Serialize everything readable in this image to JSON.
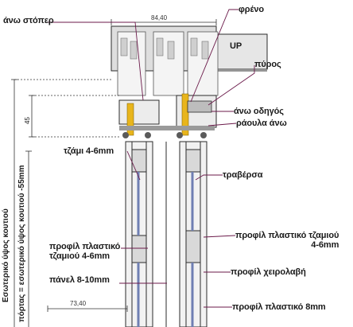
{
  "labels": {
    "top_stopper": "άνω στόπερ",
    "brake": "φρένο",
    "up": "UP",
    "pin": "πύρος",
    "top_guide": "άνω οδηγός",
    "top_rail": "ράουλα άνω",
    "glass": "τζάμι 4-6mm",
    "crossbar": "τραβέρσα",
    "plastic_glass_profile_left": "προφίλ πλαστικό\nτζαμιού 4-6mm",
    "plastic_glass_profile_right": "προφίλ πλαστικό τζαμιού\n4-6mm",
    "panel": "πάνελ 8-10mm",
    "handle_profile": "προφίλ χειρολαβή",
    "plastic_profile_8mm": "προφίλ πλαστικό 8mm"
  },
  "dimensions": {
    "top_width": "84,40",
    "left_width": "73,40",
    "height_45": "45"
  },
  "vertical_labels": {
    "inner_height": "Εσωτερικό ύψος κουτιού",
    "door_height": "πόρτας = εσωτερικό ύψος κουτιού -55mm"
  },
  "colors": {
    "line": "#2b2b2b",
    "leader": "#6b1a4a",
    "yellow": "#e8b51c",
    "box": "#dedede",
    "panel": "#ececec",
    "glass": "#6f7fb3",
    "roller": "#5a5a5a"
  }
}
